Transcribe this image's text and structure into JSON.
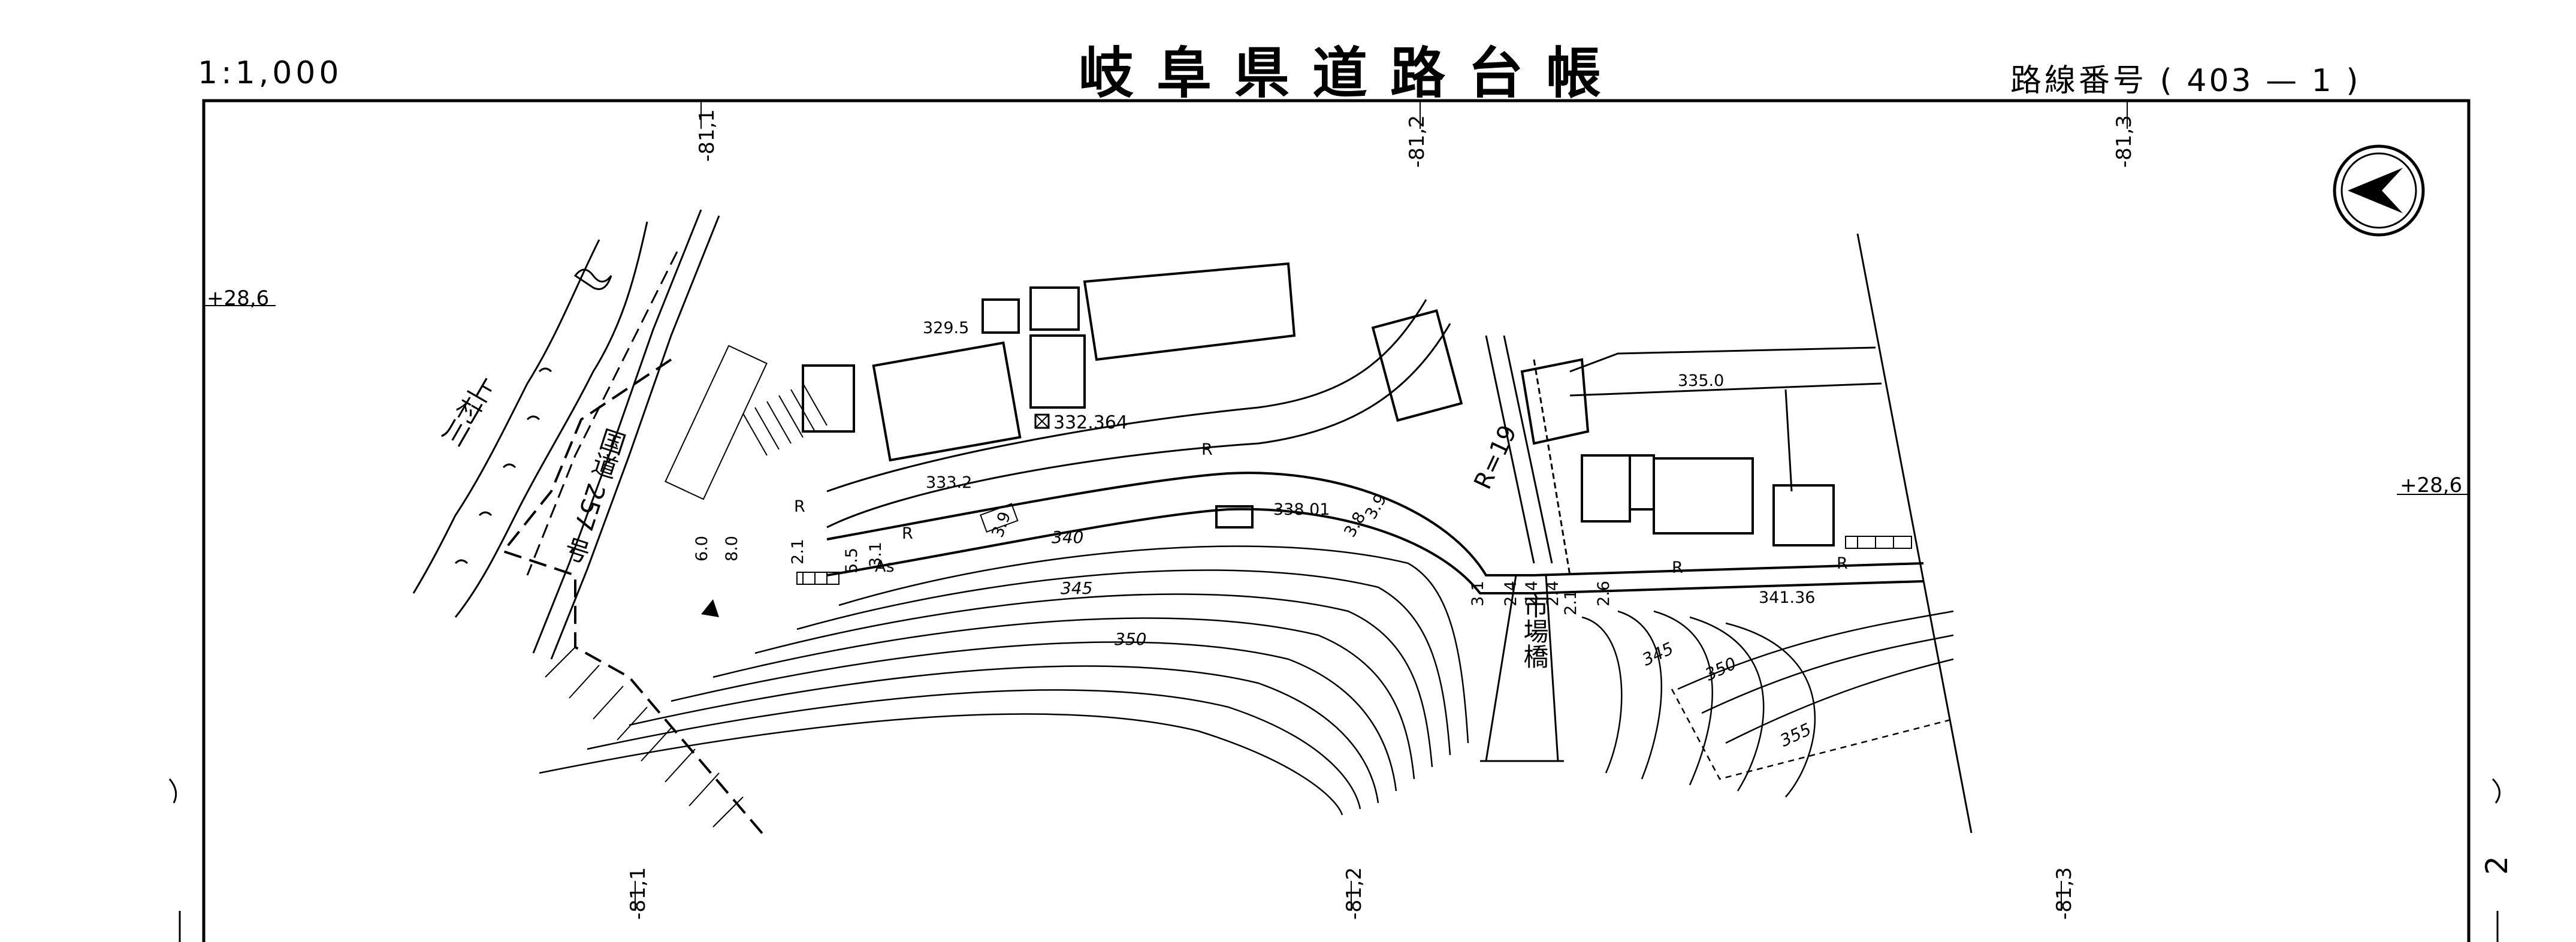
{
  "header": {
    "scale": "1:1,000",
    "title": "岐阜県道路台帳",
    "route_label": "路線番号",
    "route_number": "( 403 — 1 )"
  },
  "grid": {
    "top_ticks": [
      "-81,1",
      "-81,2",
      "-81,3"
    ],
    "bottom_ticks": [
      "-81,1",
      "-81,2",
      "-81,3"
    ],
    "left_tick": "+28,6",
    "right_tick": "+28,6"
  },
  "sheet_number": "2",
  "map_labels": {
    "river": "上村川",
    "national_road": "国道 257 号",
    "bridge": "市場橋",
    "benchmark": "332.364",
    "elevations": [
      "329.5",
      "333.2",
      "338.01",
      "335.0",
      "341.36"
    ],
    "contours": [
      "340",
      "345",
      "350",
      "345",
      "350",
      "355"
    ],
    "widths": [
      "6.0",
      "8.0",
      "3.1",
      "5.5",
      "3.9",
      "3.8",
      "2.4",
      "2.4",
      "2.4",
      "2.1",
      "2.6",
      "3.1",
      "3.9",
      "2.1"
    ],
    "pavement": "As",
    "curve_radius": "R=19",
    "retaining_wall_marks": [
      "R",
      "R",
      "R",
      "R",
      "R"
    ]
  },
  "north_arrow": "north-arrow"
}
